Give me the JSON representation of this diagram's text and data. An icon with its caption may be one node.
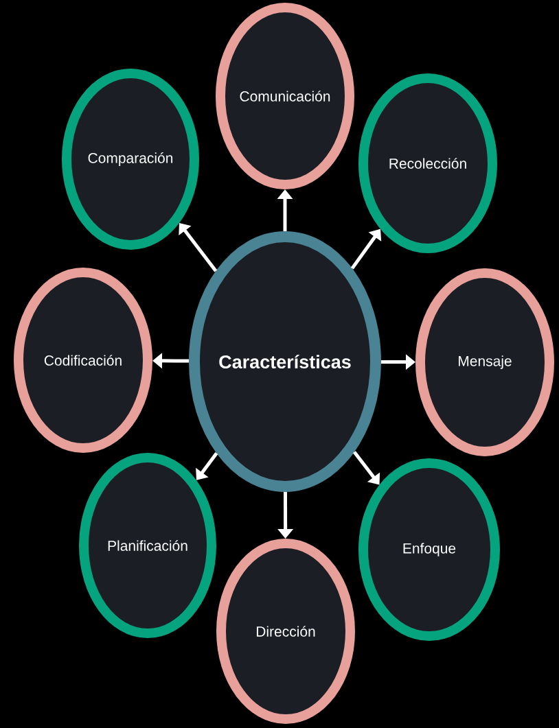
{
  "diagram": {
    "nodes": [
      {
        "text": [
          "Características"
        ]
      },
      {
        "text": [
          "Comunicación"
        ]
      },
      {
        "text": [
          "Recolección"
        ]
      },
      {
        "text": [
          "Mensaje"
        ]
      },
      {
        "text": [
          "Enfoque"
        ]
      },
      {
        "text": [
          "Dirección"
        ]
      },
      {
        "text": [
          "Planificación"
        ]
      },
      {
        "text": [
          "Codificación"
        ]
      },
      {
        "text": [
          "Comparación"
        ]
      }
    ],
    "edges": [
      {
        "from": 0,
        "to": 1,
        "arrow": "to"
      },
      {
        "from": 0,
        "to": 2,
        "arrow": "to"
      },
      {
        "from": 0,
        "to": 3,
        "arrow": "to"
      },
      {
        "from": 0,
        "to": 4,
        "arrow": "to"
      },
      {
        "from": 0,
        "to": 5,
        "arrow": "to"
      },
      {
        "from": 0,
        "to": 6,
        "arrow": "to"
      },
      {
        "from": 0,
        "to": 7,
        "arrow": "to"
      },
      {
        "from": 0,
        "to": 8,
        "arrow": "to"
      }
    ]
  }
}
